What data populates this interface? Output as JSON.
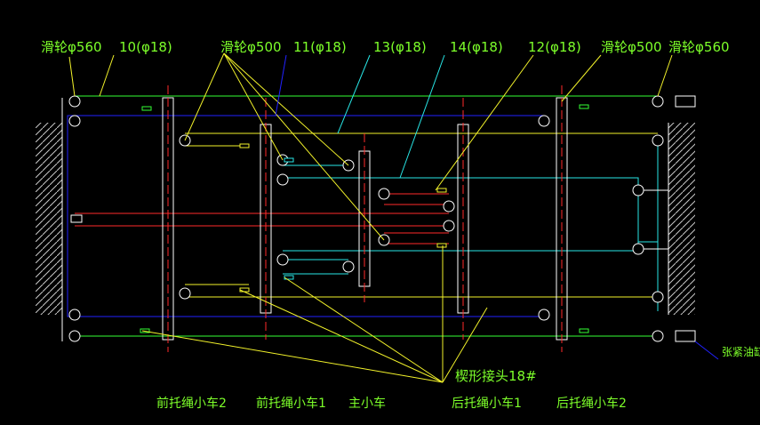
{
  "colors": {
    "background": "#000000",
    "green": "#33ff33",
    "blue": "#2222ff",
    "red": "#ff2a2a",
    "cyan": "#28e6e6",
    "yellow": "#f2f22a",
    "white": "#ffffff",
    "label": "#7dff2a"
  },
  "labels": {
    "pulley_560_left": "滑轮φ560",
    "rope_10": "10(φ18)",
    "pulley_500_a": "滑轮φ500",
    "rope_11": "11(φ18)",
    "rope_13": "13(φ18)",
    "rope_14": "14(φ18)",
    "rope_12": "12(φ18)",
    "pulley_500_b": "滑轮φ500",
    "pulley_560_right": "滑轮φ560",
    "wedge_joint": "楔形接头18#",
    "tension_cylinder": "张紧油缸",
    "front_cart_2": "前托绳小车2",
    "front_cart_1": "前托绳小车1",
    "main_cart": "主小车",
    "rear_cart_1": "后托绳小车1",
    "rear_cart_2": "后托绳小车2"
  }
}
